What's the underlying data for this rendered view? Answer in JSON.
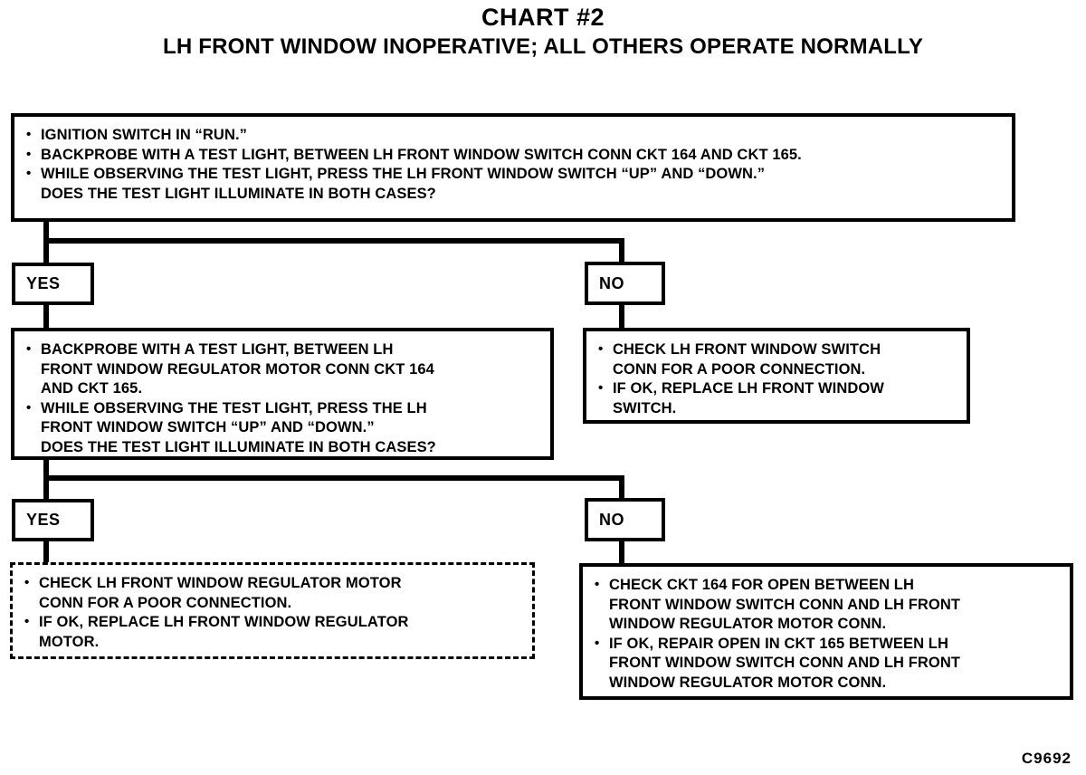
{
  "header": {
    "chart_title": "CHART #2",
    "chart_subtitle": "LH FRONT WINDOW INOPERATIVE; ALL OTHERS OPERATE NORMALLY"
  },
  "footer": {
    "code": "C9692"
  },
  "labels": {
    "yes_1": "YES",
    "no_1": "NO",
    "yes_2": "YES",
    "no_2": "NO"
  },
  "steps": {
    "step1": {
      "bullets": [
        "IGNITION SWITCH IN “RUN.”",
        "BACKPROBE WITH A TEST LIGHT, BETWEEN LH FRONT WINDOW SWITCH CONN CKT 164 AND CKT 165.",
        "WHILE OBSERVING THE TEST LIGHT, PRESS THE LH FRONT WINDOW SWITCH “UP” AND “DOWN.”\nDOES THE TEST LIGHT ILLUMINATE IN BOTH CASES?"
      ]
    },
    "step2_yes": {
      "bullets": [
        "BACKPROBE WITH A TEST LIGHT, BETWEEN LH\nFRONT WINDOW REGULATOR MOTOR CONN CKT 164\nAND CKT 165.",
        "WHILE OBSERVING THE TEST LIGHT, PRESS THE LH\nFRONT WINDOW SWITCH “UP” AND “DOWN.”\nDOES THE TEST LIGHT ILLUMINATE IN BOTH CASES?"
      ]
    },
    "step2_no": {
      "bullets": [
        "CHECK LH FRONT WINDOW SWITCH\nCONN FOR A POOR CONNECTION.",
        "IF OK, REPLACE LH FRONT WINDOW\nSWITCH."
      ]
    },
    "step3_yes": {
      "bullets": [
        "CHECK LH FRONT WINDOW REGULATOR MOTOR\nCONN FOR A POOR CONNECTION.",
        "IF OK, REPLACE LH FRONT WINDOW REGULATOR\nMOTOR."
      ]
    },
    "step3_no": {
      "bullets": [
        "CHECK CKT 164 FOR OPEN BETWEEN LH\nFRONT WINDOW SWITCH CONN AND LH FRONT\nWINDOW REGULATOR MOTOR CONN.",
        "IF OK, REPAIR OPEN IN CKT 165 BETWEEN LH\nFRONT WINDOW SWITCH CONN AND LH FRONT\nWINDOW REGULATOR MOTOR CONN."
      ]
    }
  }
}
